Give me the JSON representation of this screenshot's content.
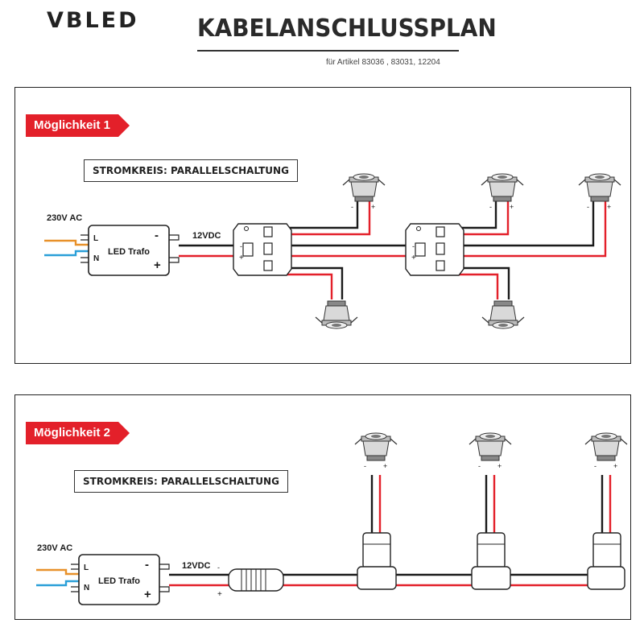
{
  "header": {
    "logo": "VBLED",
    "title": "KABELANSCHLUSSPLAN",
    "subtitle": "für Artikel 83036 , 83031, 12204"
  },
  "options": [
    {
      "label": "Möglichkeit 1",
      "circuit": "STROMKREIS: PARALLELSCHALTUNG",
      "input_voltage": "230V AC",
      "output_voltage": "12VDC",
      "driver_label": "LED Trafo",
      "terminal_l": "L",
      "terminal_n": "N",
      "minus": "-",
      "plus": "+"
    },
    {
      "label": "Möglichkeit 2",
      "circuit": "STROMKREIS: PARALLELSCHALTUNG",
      "input_voltage": "230V AC",
      "output_voltage": "12VDC",
      "driver_label": "LED Trafo",
      "terminal_l": "L",
      "terminal_n": "N",
      "minus": "-",
      "plus": "+"
    }
  ],
  "colors": {
    "accent": "#e3202a",
    "wire_phase": "#e8912a",
    "wire_neutral": "#2a9fd8",
    "wire_plus": "#e3202a",
    "wire_minus": "#1a1a1a"
  }
}
